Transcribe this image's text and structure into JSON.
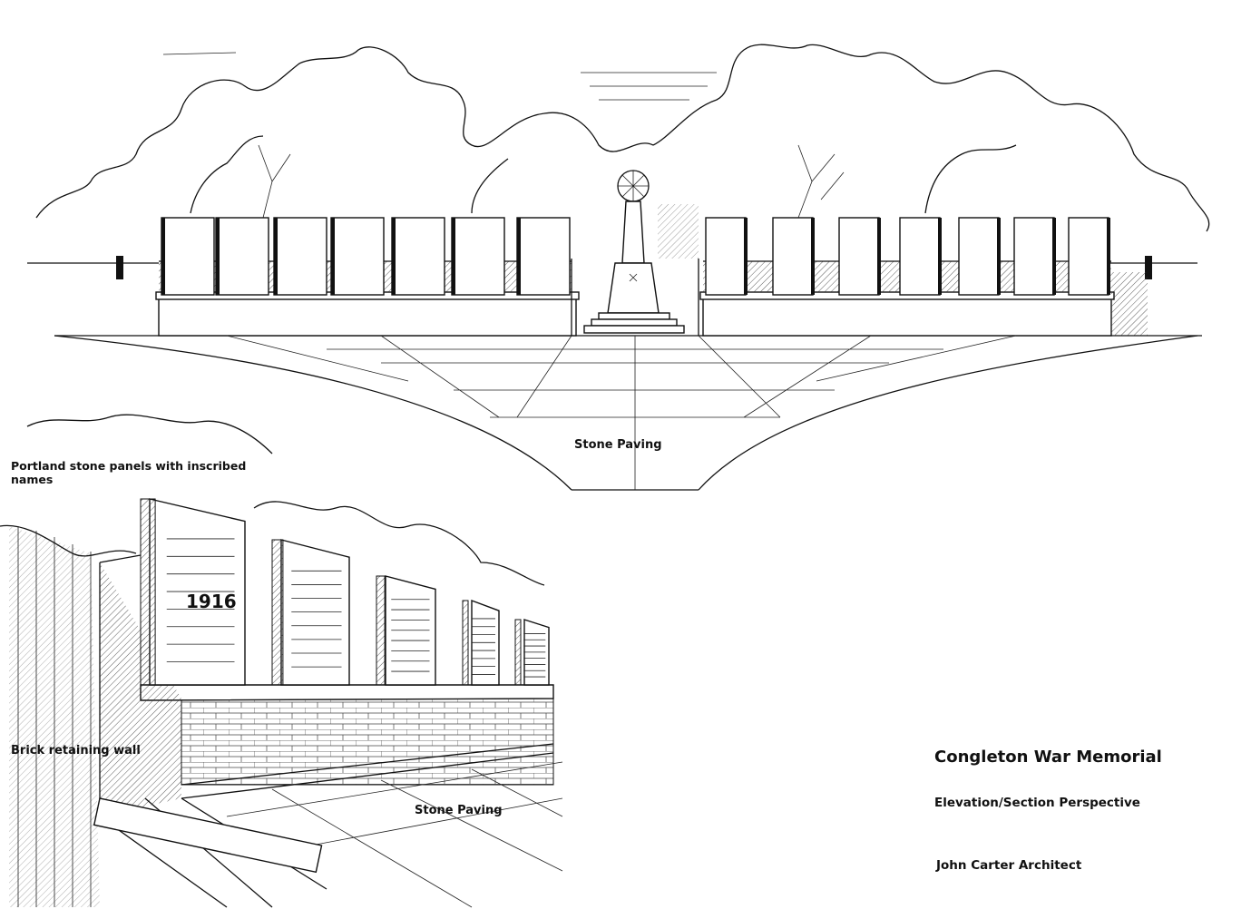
{
  "drawing": {
    "title": "Congleton War Memorial",
    "subtitle": "Elevation/Section Perspective",
    "author": "John Carter Architect",
    "labels": {
      "stone_paving_elevation": "Stone Paving",
      "portland_panels": "Portland stone panels with inscribed names",
      "brick_wall": "Brick retaining wall",
      "stone_paving_section": "Stone Paving"
    },
    "panel_inscription": "1916"
  }
}
